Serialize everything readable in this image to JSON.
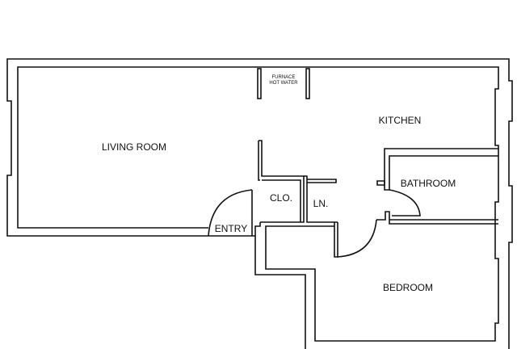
{
  "plan": {
    "rooms": {
      "living_room": "LIVING ROOM",
      "kitchen": "KITCHEN",
      "bathroom": "BATHROOM",
      "bedroom": "BEDROOM",
      "closet": "CLO.",
      "linen": "LN.",
      "entry": "ENTRY"
    },
    "utility": {
      "line1": "FURNACE",
      "line2": "HOT WATER"
    },
    "line_color": "#111111"
  }
}
